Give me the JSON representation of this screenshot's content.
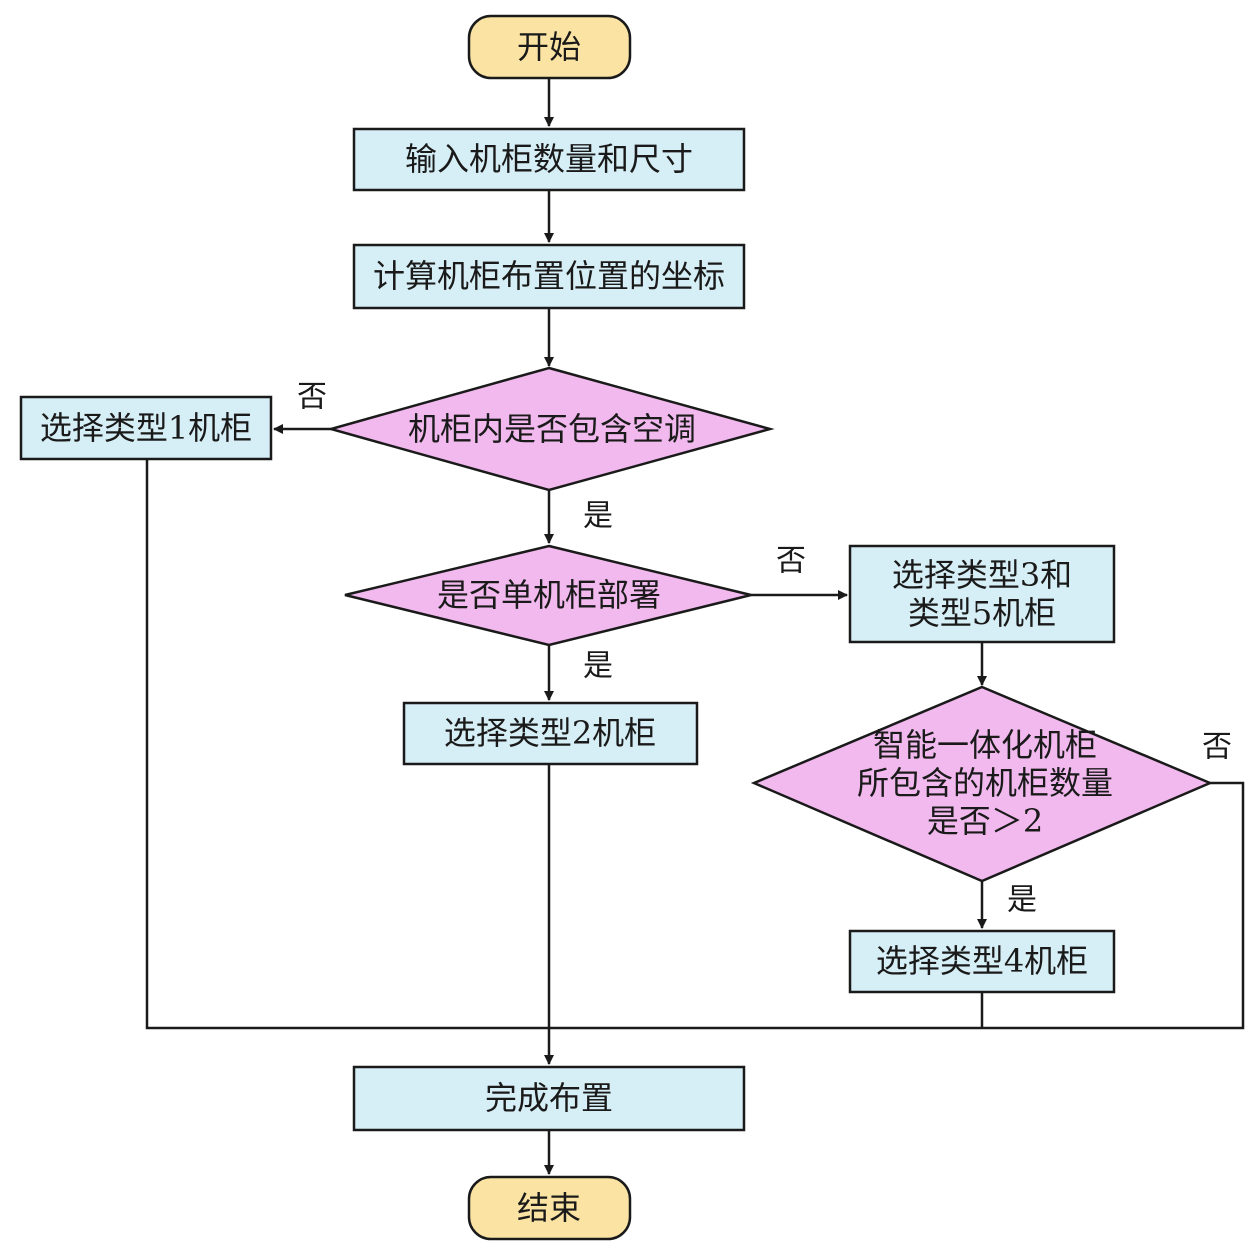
{
  "colors": {
    "terminal_fill": "#fbe4a3",
    "process_fill": "#d6eef5",
    "decision_fill": "#f1b9ee",
    "stroke": "#1a1a1a"
  },
  "nodes": {
    "start": {
      "lines": [
        "开始"
      ]
    },
    "input": {
      "lines": [
        "输入机柜数量和尺寸"
      ]
    },
    "calc": {
      "lines": [
        "计算机柜布置位置的坐标"
      ]
    },
    "dec_ac": {
      "lines": [
        "机柜内是否包含空调"
      ]
    },
    "type1": {
      "lines": [
        "选择类型1机柜"
      ]
    },
    "dec_single": {
      "lines": [
        "是否单机柜部署"
      ]
    },
    "type35": {
      "lines": [
        "选择类型3和",
        "类型5机柜"
      ]
    },
    "type2": {
      "lines": [
        "选择类型2机柜"
      ]
    },
    "dec_count": {
      "lines": [
        "智能一体化机柜",
        "所包含的机柜数量",
        "是否＞2"
      ]
    },
    "type4": {
      "lines": [
        "选择类型4机柜"
      ]
    },
    "done": {
      "lines": [
        "完成布置"
      ]
    },
    "end": {
      "lines": [
        "结束"
      ]
    }
  },
  "edge_labels": {
    "ac_no": "否",
    "ac_yes": "是",
    "single_no": "否",
    "single_yes": "是",
    "count_no": "否",
    "count_yes": "是"
  }
}
